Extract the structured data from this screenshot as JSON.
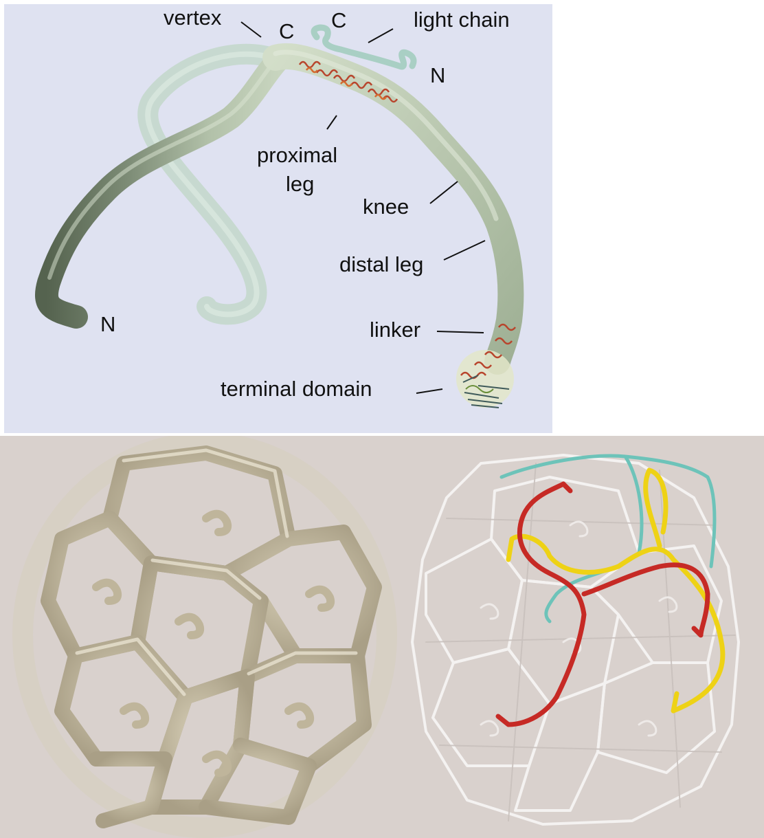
{
  "labels": {
    "vertex": "vertex",
    "heavy_c": "C",
    "light_c": "C",
    "light_chain": "light chain",
    "light_n": "N",
    "proximal_leg_1": "proximal",
    "proximal_leg_2": "leg",
    "knee": "knee",
    "distal_leg": "distal leg",
    "heavy_n": "N",
    "linker": "linker",
    "terminal_domain": "terminal domain"
  },
  "colors": {
    "top_background": "#dfe2f1",
    "heavy_chain": "#b7c6ad",
    "heavy_chain_dark": "#5d6c58",
    "heavy_chain_back": "#c5d8cd",
    "light_chain": "#a9cfc4",
    "helix_red": "#b8452d",
    "bottom_background": "#d9d1cd",
    "cage_surface": "#c9c0a6",
    "cage_wire": "#f4f2f1",
    "trace_red": "#c62a25",
    "trace_yellow": "#eed215",
    "trace_cyan": "#6dc3b9"
  }
}
